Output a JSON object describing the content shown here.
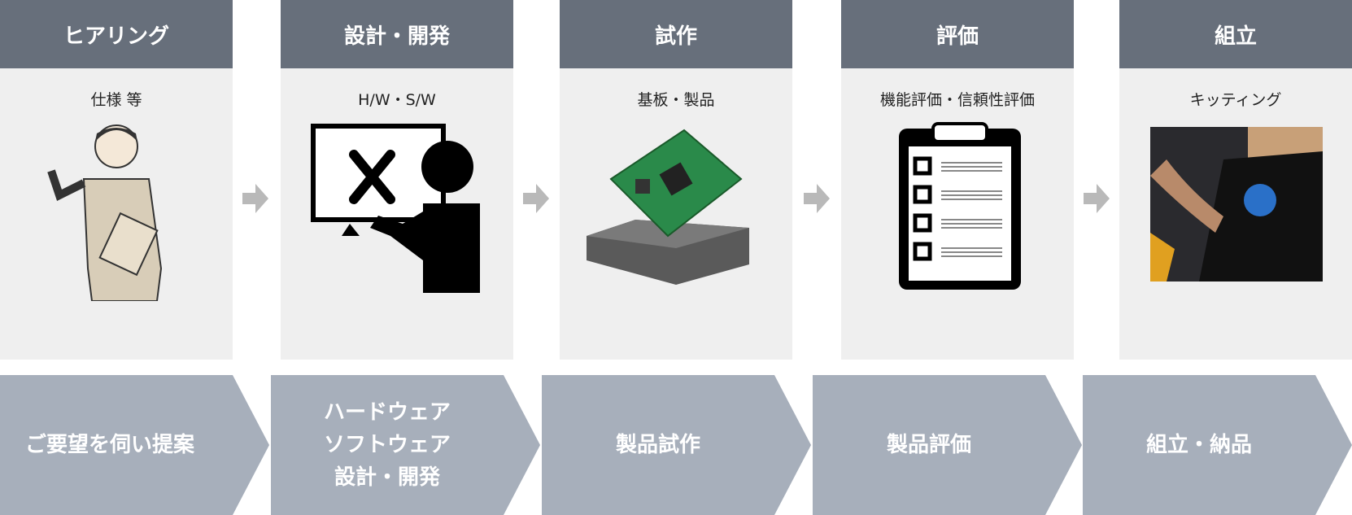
{
  "steps": [
    {
      "title": "ヒアリング",
      "subtitle": "仕様 等",
      "image": "businessman-illustration"
    },
    {
      "title": "設計・開発",
      "subtitle": "H/W・S/W",
      "image": "engineer-monitor-tools-icon"
    },
    {
      "title": "試作",
      "subtitle": "基板・製品",
      "image": "circuit-board-photo"
    },
    {
      "title": "評価",
      "subtitle": "機能評価・信頼性評価",
      "image": "checklist-clipboard-icon"
    },
    {
      "title": "組立",
      "subtitle": "キッティング",
      "image": "pc-assembly-photo"
    }
  ],
  "flow": [
    {
      "lines": [
        "ご要望を伺い提案"
      ]
    },
    {
      "lines": [
        "ハードウェア",
        "ソフトウェア",
        "設計・開発"
      ]
    },
    {
      "lines": [
        "製品試作"
      ]
    },
    {
      "lines": [
        "製品評価"
      ]
    },
    {
      "lines": [
        "組立・納品"
      ]
    }
  ],
  "colors": {
    "header": "#676f7b",
    "card": "#efefef",
    "chevron": "#a7afbb",
    "arrow": "#b9b9b9"
  }
}
